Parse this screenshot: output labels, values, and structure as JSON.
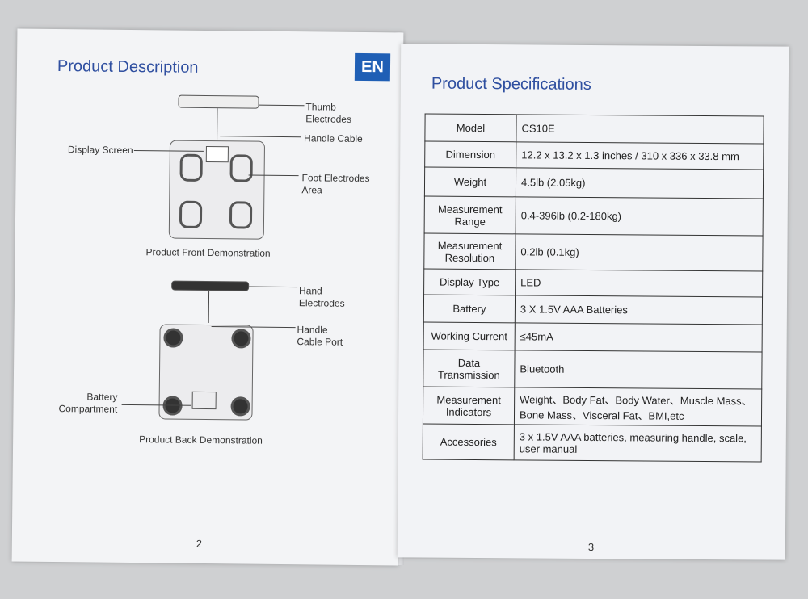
{
  "left_page": {
    "title": "Product Description",
    "badge": "EN",
    "labels": {
      "thumb_electrodes": "Thumb\nElectrodes",
      "handle_cable": "Handle Cable",
      "display_screen": "Display Screen",
      "foot_electrodes": "Foot Electrodes\nArea",
      "front_caption": "Product Front Demonstration",
      "hand_electrodes": "Hand\nElectrodes",
      "handle_cable_port": "Handle\nCable Port",
      "battery_compartment": "Battery\nCompartment",
      "back_caption": "Product Back Demonstration"
    },
    "page_number": "2"
  },
  "right_page": {
    "title": "Product Specifications",
    "specs": [
      {
        "key": "Model",
        "value": "CS10E"
      },
      {
        "key": "Dimension",
        "value": "12.2 x 13.2 x 1.3 inches / 310 x 336 x 33.8 mm"
      },
      {
        "key": "Weight",
        "value": "4.5lb (2.05kg)"
      },
      {
        "key": "Measurement Range",
        "value": "0.4-396lb (0.2-180kg)"
      },
      {
        "key": "Measurement Resolution",
        "value": "0.2lb (0.1kg)"
      },
      {
        "key": "Display Type",
        "value": "LED"
      },
      {
        "key": "Battery",
        "value": "3 X 1.5V AAA Batteries"
      },
      {
        "key": "Working Current",
        "value": "≤45mA"
      },
      {
        "key": "Data Transmission",
        "value": "Bluetooth"
      },
      {
        "key": "Measurement Indicators",
        "value": "Weight、Body Fat、Body Water、Muscle Mass、Bone Mass、Visceral Fat、BMI,etc"
      },
      {
        "key": "Accessories",
        "value": "3 x 1.5V AAA batteries, measuring handle, scale, user manual"
      }
    ],
    "page_number": "3"
  },
  "colors": {
    "title": "#2f4fa0",
    "badge": "#1f5fb5"
  }
}
